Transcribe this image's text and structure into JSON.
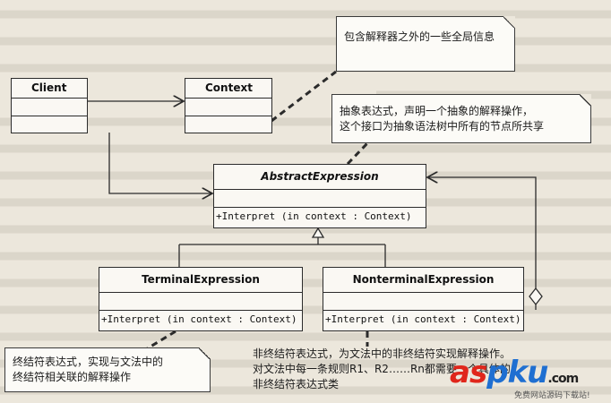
{
  "classes": {
    "client": {
      "name": "Client"
    },
    "context": {
      "name": "Context"
    },
    "abstract_expression": {
      "name": "AbstractExpression",
      "operation": "+Interpret (in context  : Context)"
    },
    "terminal_expression": {
      "name": "TerminalExpression",
      "operation": "+Interpret (in context  : Context)"
    },
    "nonterminal_expression": {
      "name": "NonterminalExpression",
      "operation": "+Interpret (in context  : Context)"
    }
  },
  "notes": {
    "context_note": "包含解释器之外的一些全局信息",
    "abstract_note_line1": "抽象表达式，声明一个抽象的解释操作，",
    "abstract_note_line2": "这个接口为抽象语法树中所有的节点所共享",
    "terminal_note_line1": "终结符表达式，实现与文法中的",
    "terminal_note_line2": "终结符相关联的解释操作",
    "nonterminal_note_line1": "非终结符表达式，为文法中的非终结符实现解释操作。",
    "nonterminal_note_line2": "对文法中每一条规则R1、R2……Rn都需要一个具体的",
    "nonterminal_note_line3": "非终结符表达式类"
  },
  "watermark": {
    "brand": "aspku",
    "suffix": ".com",
    "caption": "免费网站源码下载站!",
    "colors": {
      "a": "#e0261b",
      "s": "#e0261b",
      "p": "#1f6fd1",
      "k": "#1f6fd1",
      "u": "#1f6fd1"
    }
  },
  "colors": {
    "line": "#2b2b2b",
    "box_fill": "#faf8f3",
    "paper": "#ece7dc"
  }
}
